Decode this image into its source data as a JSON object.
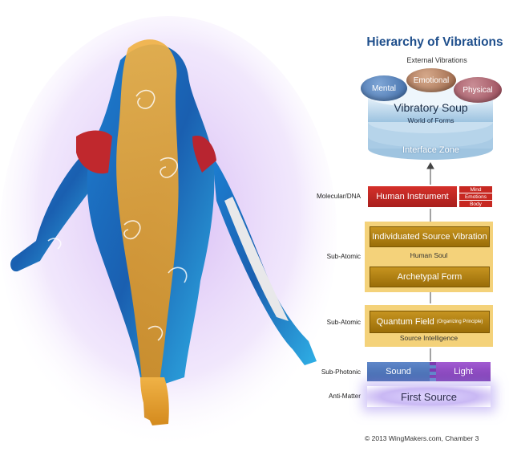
{
  "title": "Hierarchy of Vibrations",
  "external_label": "External Vibrations",
  "ellipses": {
    "mental": "Mental",
    "emotional": "Emotional",
    "physical": "Physical"
  },
  "vibratory_soup": {
    "title": "Vibratory Soup",
    "subtitle": "World of Forms",
    "interface": "Interface Zone"
  },
  "levels": {
    "molecular": "Molecular/DNA",
    "subatomic_1": "Sub-Atomic",
    "subatomic_2": "Sub-Atomic",
    "subphotonic": "Sub-Photonic",
    "antimatter": "Anti-Matter"
  },
  "human_instrument": {
    "label": "Human Instrument",
    "sub": [
      "Mind",
      "Emotions",
      "Body"
    ]
  },
  "soul_block": {
    "top": "Individuated Source Vibration",
    "middle": "Human Soul",
    "bottom": "Archetypal Form"
  },
  "quantum_block": {
    "main": "Quantum Field",
    "note": "(Organizing Principle)",
    "bottom": "Source Intelligence"
  },
  "sound": "Sound",
  "light": "Light",
  "first_source": "First Source",
  "copyright": "© 2013 WingMakers.com, Chamber 3"
}
